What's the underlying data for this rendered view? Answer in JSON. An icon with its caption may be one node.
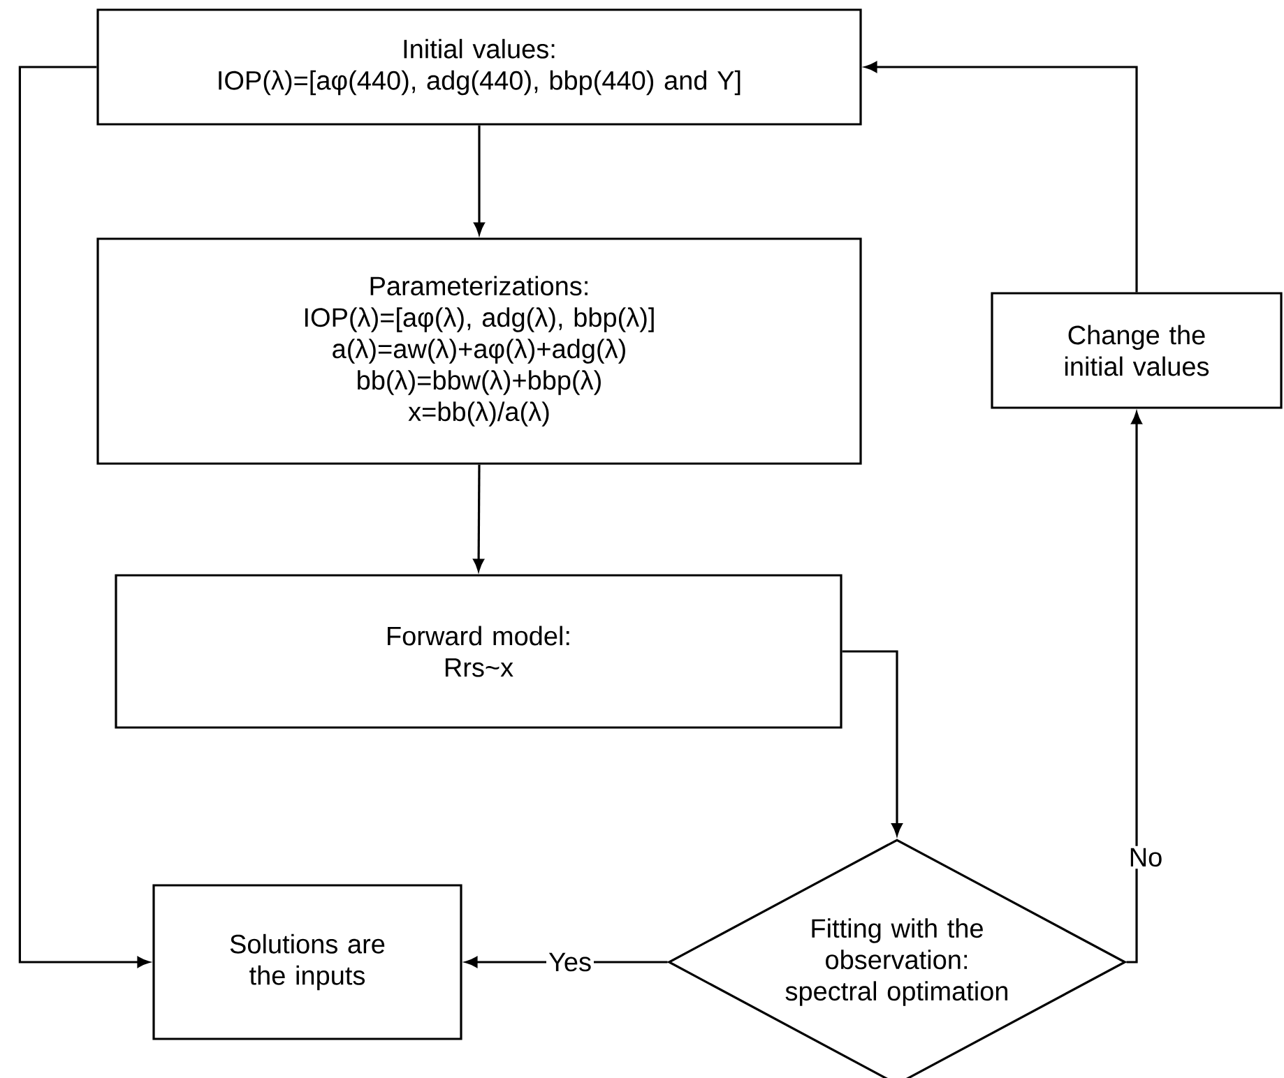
{
  "diagram": {
    "nodes": [
      {
        "text": [
          "Initial values:",
          "IOP(λ)=[aφ(440), adg(440), bbp(440) and Y]"
        ]
      },
      {
        "text": [
          "Parameterizations:",
          "IOP(λ)=[aφ(λ), adg(λ), bbp(λ)]",
          "a(λ)=aw(λ)+aφ(λ)+adg(λ)",
          "bb(λ)=bbw(λ)+bbp(λ)",
          "x=bb(λ)/a(λ)"
        ]
      },
      {
        "text": [
          "Forward model:",
          "Rrs~x"
        ]
      },
      {
        "text": [
          "Solutions are the inputs"
        ]
      },
      {
        "text": [
          "Fitting with the observation: spectral optimation"
        ]
      },
      {
        "text": [
          "Change the initial values"
        ]
      }
    ],
    "edges": [
      {
        "from": 0,
        "to": 1,
        "arrow": "to"
      },
      {
        "from": 1,
        "to": 2,
        "arrow": "to"
      },
      {
        "from": 2,
        "to": 4,
        "arrow": "to"
      },
      {
        "from": 4,
        "to": 3,
        "arrow": "to",
        "label": "Yes"
      },
      {
        "from": 4,
        "to": 5,
        "arrow": "to",
        "label": "No"
      },
      {
        "from": 5,
        "to": 0,
        "arrow": "to"
      },
      {
        "from": 0,
        "to": 3,
        "arrow": "to"
      }
    ]
  }
}
